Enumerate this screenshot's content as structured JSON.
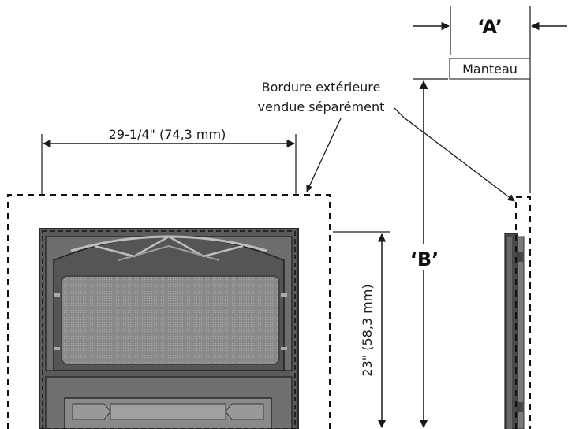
{
  "labels": {
    "dimension_a": "‘A’",
    "mantel": "Manteau",
    "outer_trim_line1": "Bordure extérieure",
    "outer_trim_line2": "vendue séparément",
    "width_dimension": "29-1/4\" (74,3 mm)",
    "dimension_b": "‘B’",
    "height_dimension": "23\" (58,3 mm)"
  },
  "colors": {
    "line": "#1a1a1a",
    "unit_dark": "#3c3c3c",
    "unit_mid": "#7a7a7a",
    "glass": "#8e8e8e"
  }
}
